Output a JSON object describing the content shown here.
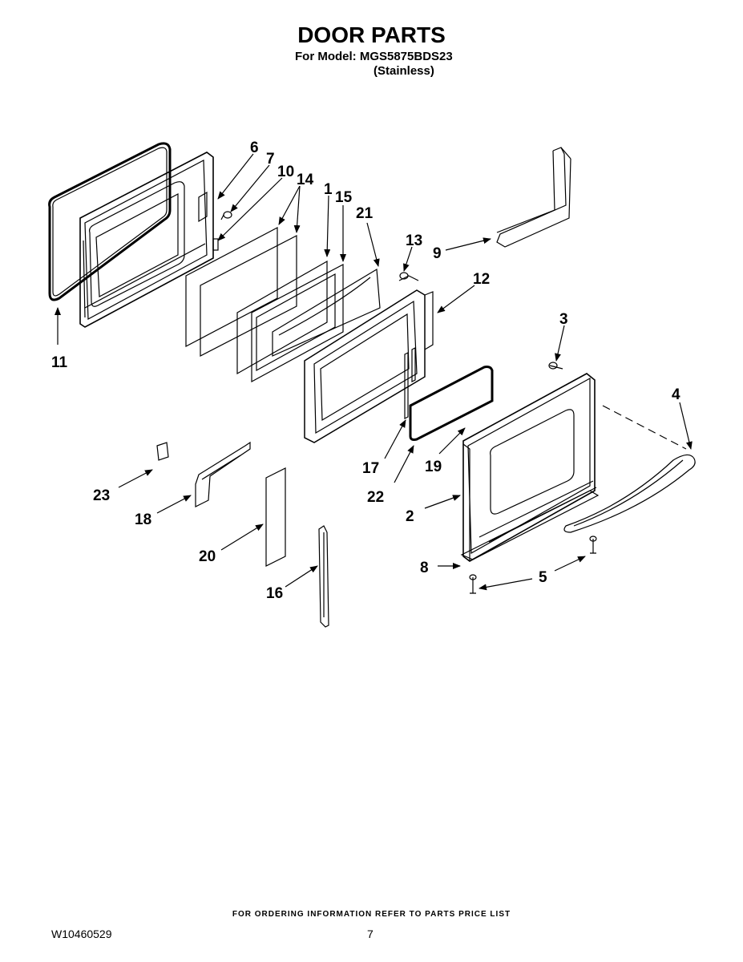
{
  "header": {
    "title": "DOOR PARTS",
    "model_line": "For Model: MGS5875BDS23",
    "variant": "(Stainless)"
  },
  "callouts": [
    "1",
    "2",
    "3",
    "4",
    "5",
    "6",
    "7",
    "8",
    "9",
    "10",
    "11",
    "12",
    "13",
    "14",
    "15",
    "16",
    "17",
    "18",
    "19",
    "20",
    "21",
    "22",
    "23"
  ],
  "footer": {
    "ordering_note": "FOR ORDERING INFORMATION REFER TO PARTS PRICE LIST",
    "doc_number": "W10460529",
    "page_number": "7"
  }
}
